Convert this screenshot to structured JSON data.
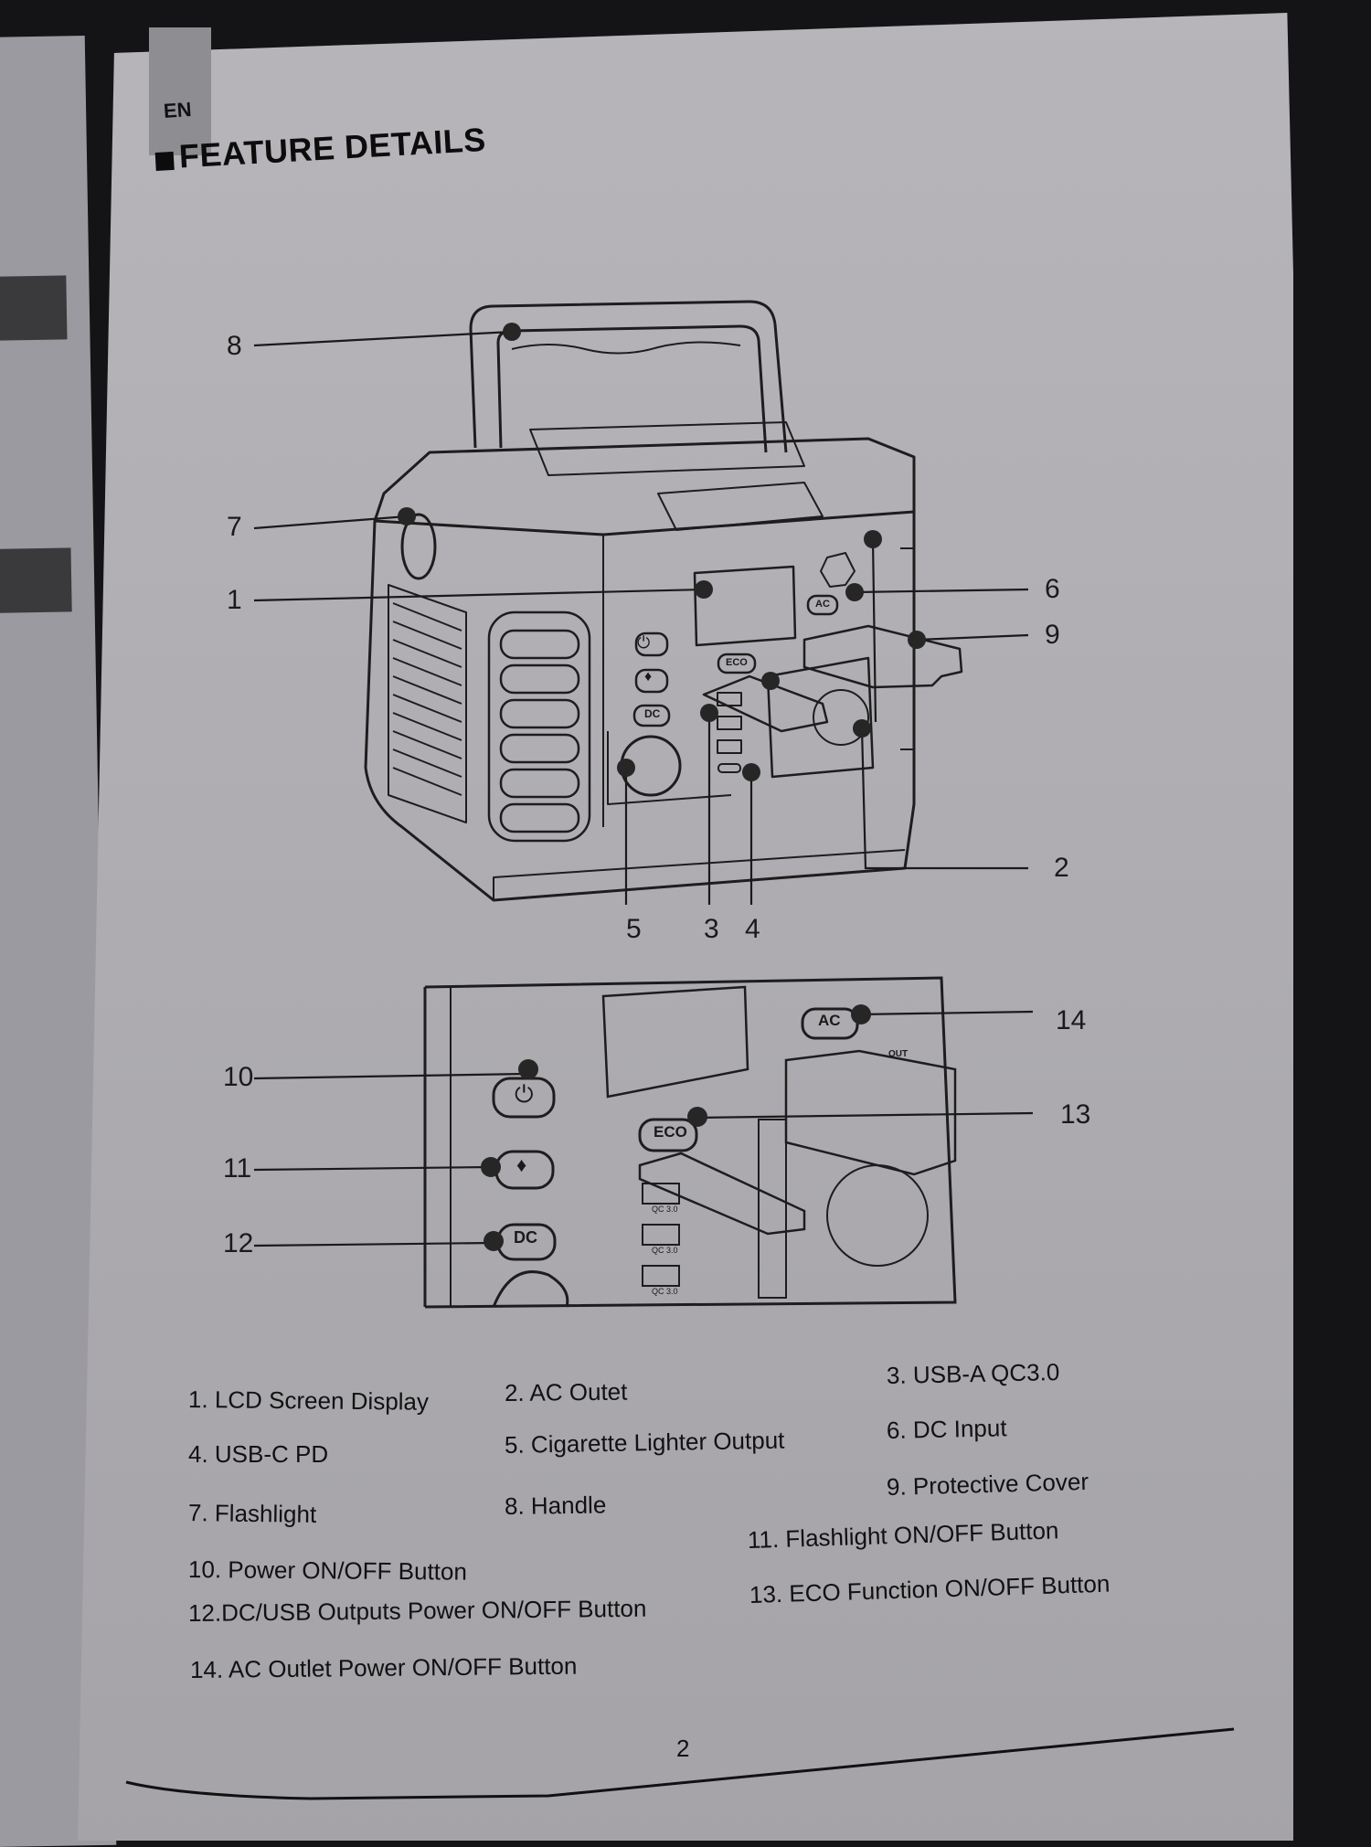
{
  "header": {
    "language_tab": "EN",
    "title": "FEATURE DETAILS"
  },
  "main_diagram": {
    "callouts": [
      "8",
      "7",
      "1",
      "6",
      "9",
      "2",
      "5",
      "3",
      "4"
    ],
    "panel_labels": {
      "power_icon": "power-icon",
      "flashlight_icon": "flashlight-icon",
      "dc_button": "DC",
      "eco_button": "ECO",
      "ac_button": "AC"
    }
  },
  "detail_diagram": {
    "callouts": [
      "10",
      "11",
      "12",
      "14",
      "13"
    ],
    "button_labels": {
      "dc": "DC",
      "eco": "ECO",
      "ac": "AC",
      "usb_port_label": "QC 3.0",
      "out_label": "OUT"
    }
  },
  "legend": [
    {
      "num": "1",
      "text": "1. LCD Screen Display"
    },
    {
      "num": "2",
      "text": "2. AC Outet"
    },
    {
      "num": "3",
      "text": "3. USB-A QC3.0"
    },
    {
      "num": "4",
      "text": "4. USB-C PD"
    },
    {
      "num": "5",
      "text": "5. Cigarette Lighter Output"
    },
    {
      "num": "6",
      "text": "6. DC Input"
    },
    {
      "num": "7",
      "text": "7. Flashlight"
    },
    {
      "num": "8",
      "text": "8. Handle"
    },
    {
      "num": "9",
      "text": "9. Protective Cover"
    },
    {
      "num": "10",
      "text": "10. Power ON/OFF Button"
    },
    {
      "num": "11",
      "text": "11. Flashlight ON/OFF Button"
    },
    {
      "num": "12",
      "text": "12.DC/USB Outputs Power ON/OFF Button"
    },
    {
      "num": "13",
      "text": "13. ECO Function ON/OFF Button"
    },
    {
      "num": "14",
      "text": "14. AC Outlet Power ON/OFF Button"
    }
  ],
  "footer": {
    "page_number": "2"
  }
}
